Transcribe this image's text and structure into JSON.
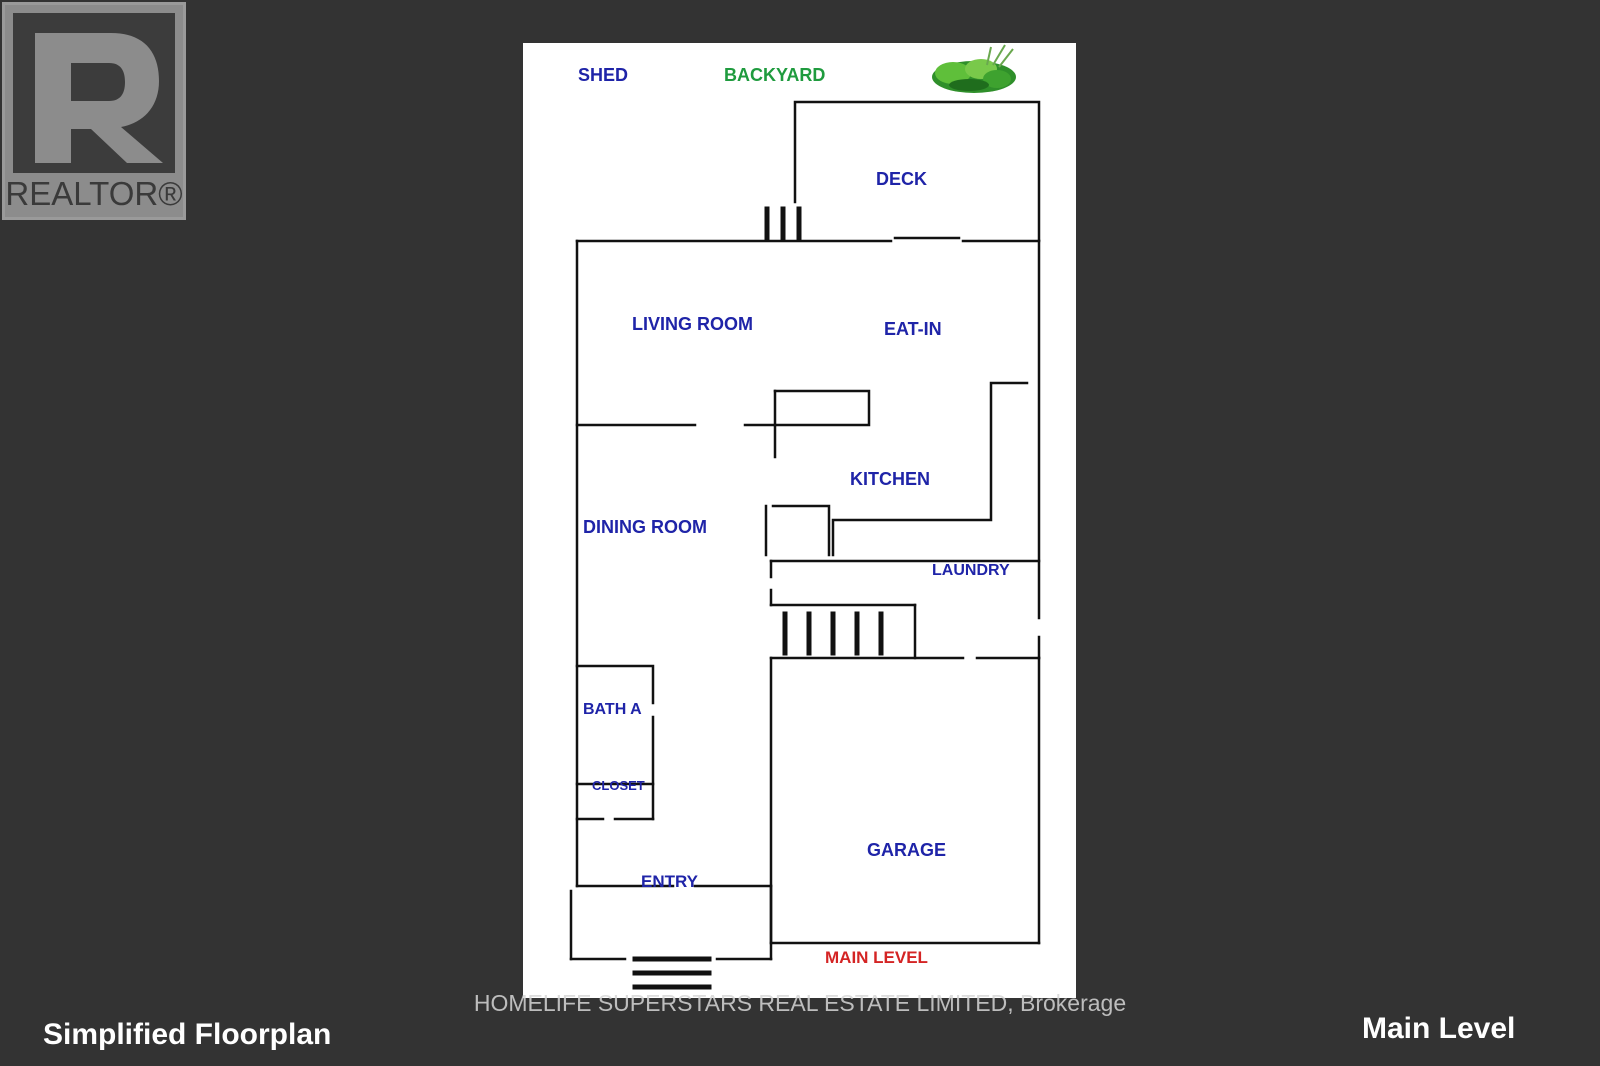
{
  "logo": {
    "text": "REALTOR®"
  },
  "plan": {
    "labels": {
      "shed": "SHED",
      "backyard": "BACKYARD",
      "deck": "DECK",
      "living_room": "LIVING ROOM",
      "eat_in": "EAT-IN",
      "kitchen": "KITCHEN",
      "dining_room": "DINING ROOM",
      "laundry": "LAUNDRY",
      "bath_a": "BATH A",
      "closet": "CLOSET",
      "entry": "ENTRY",
      "garage": "GARAGE",
      "main_level": "MAIN LEVEL"
    },
    "colors": {
      "room_label": "#1f24a8",
      "backyard_label": "#1f9b3e",
      "level_label": "#d42424",
      "wall": "#111111"
    },
    "icons": {
      "plant": "plant-icon"
    }
  },
  "watermark": "HOMELIFE SUPERSTARS REAL ESTATE LIMITED, Brokerage",
  "captions": {
    "left": "Simplified Floorplan",
    "right": "Main Level"
  }
}
